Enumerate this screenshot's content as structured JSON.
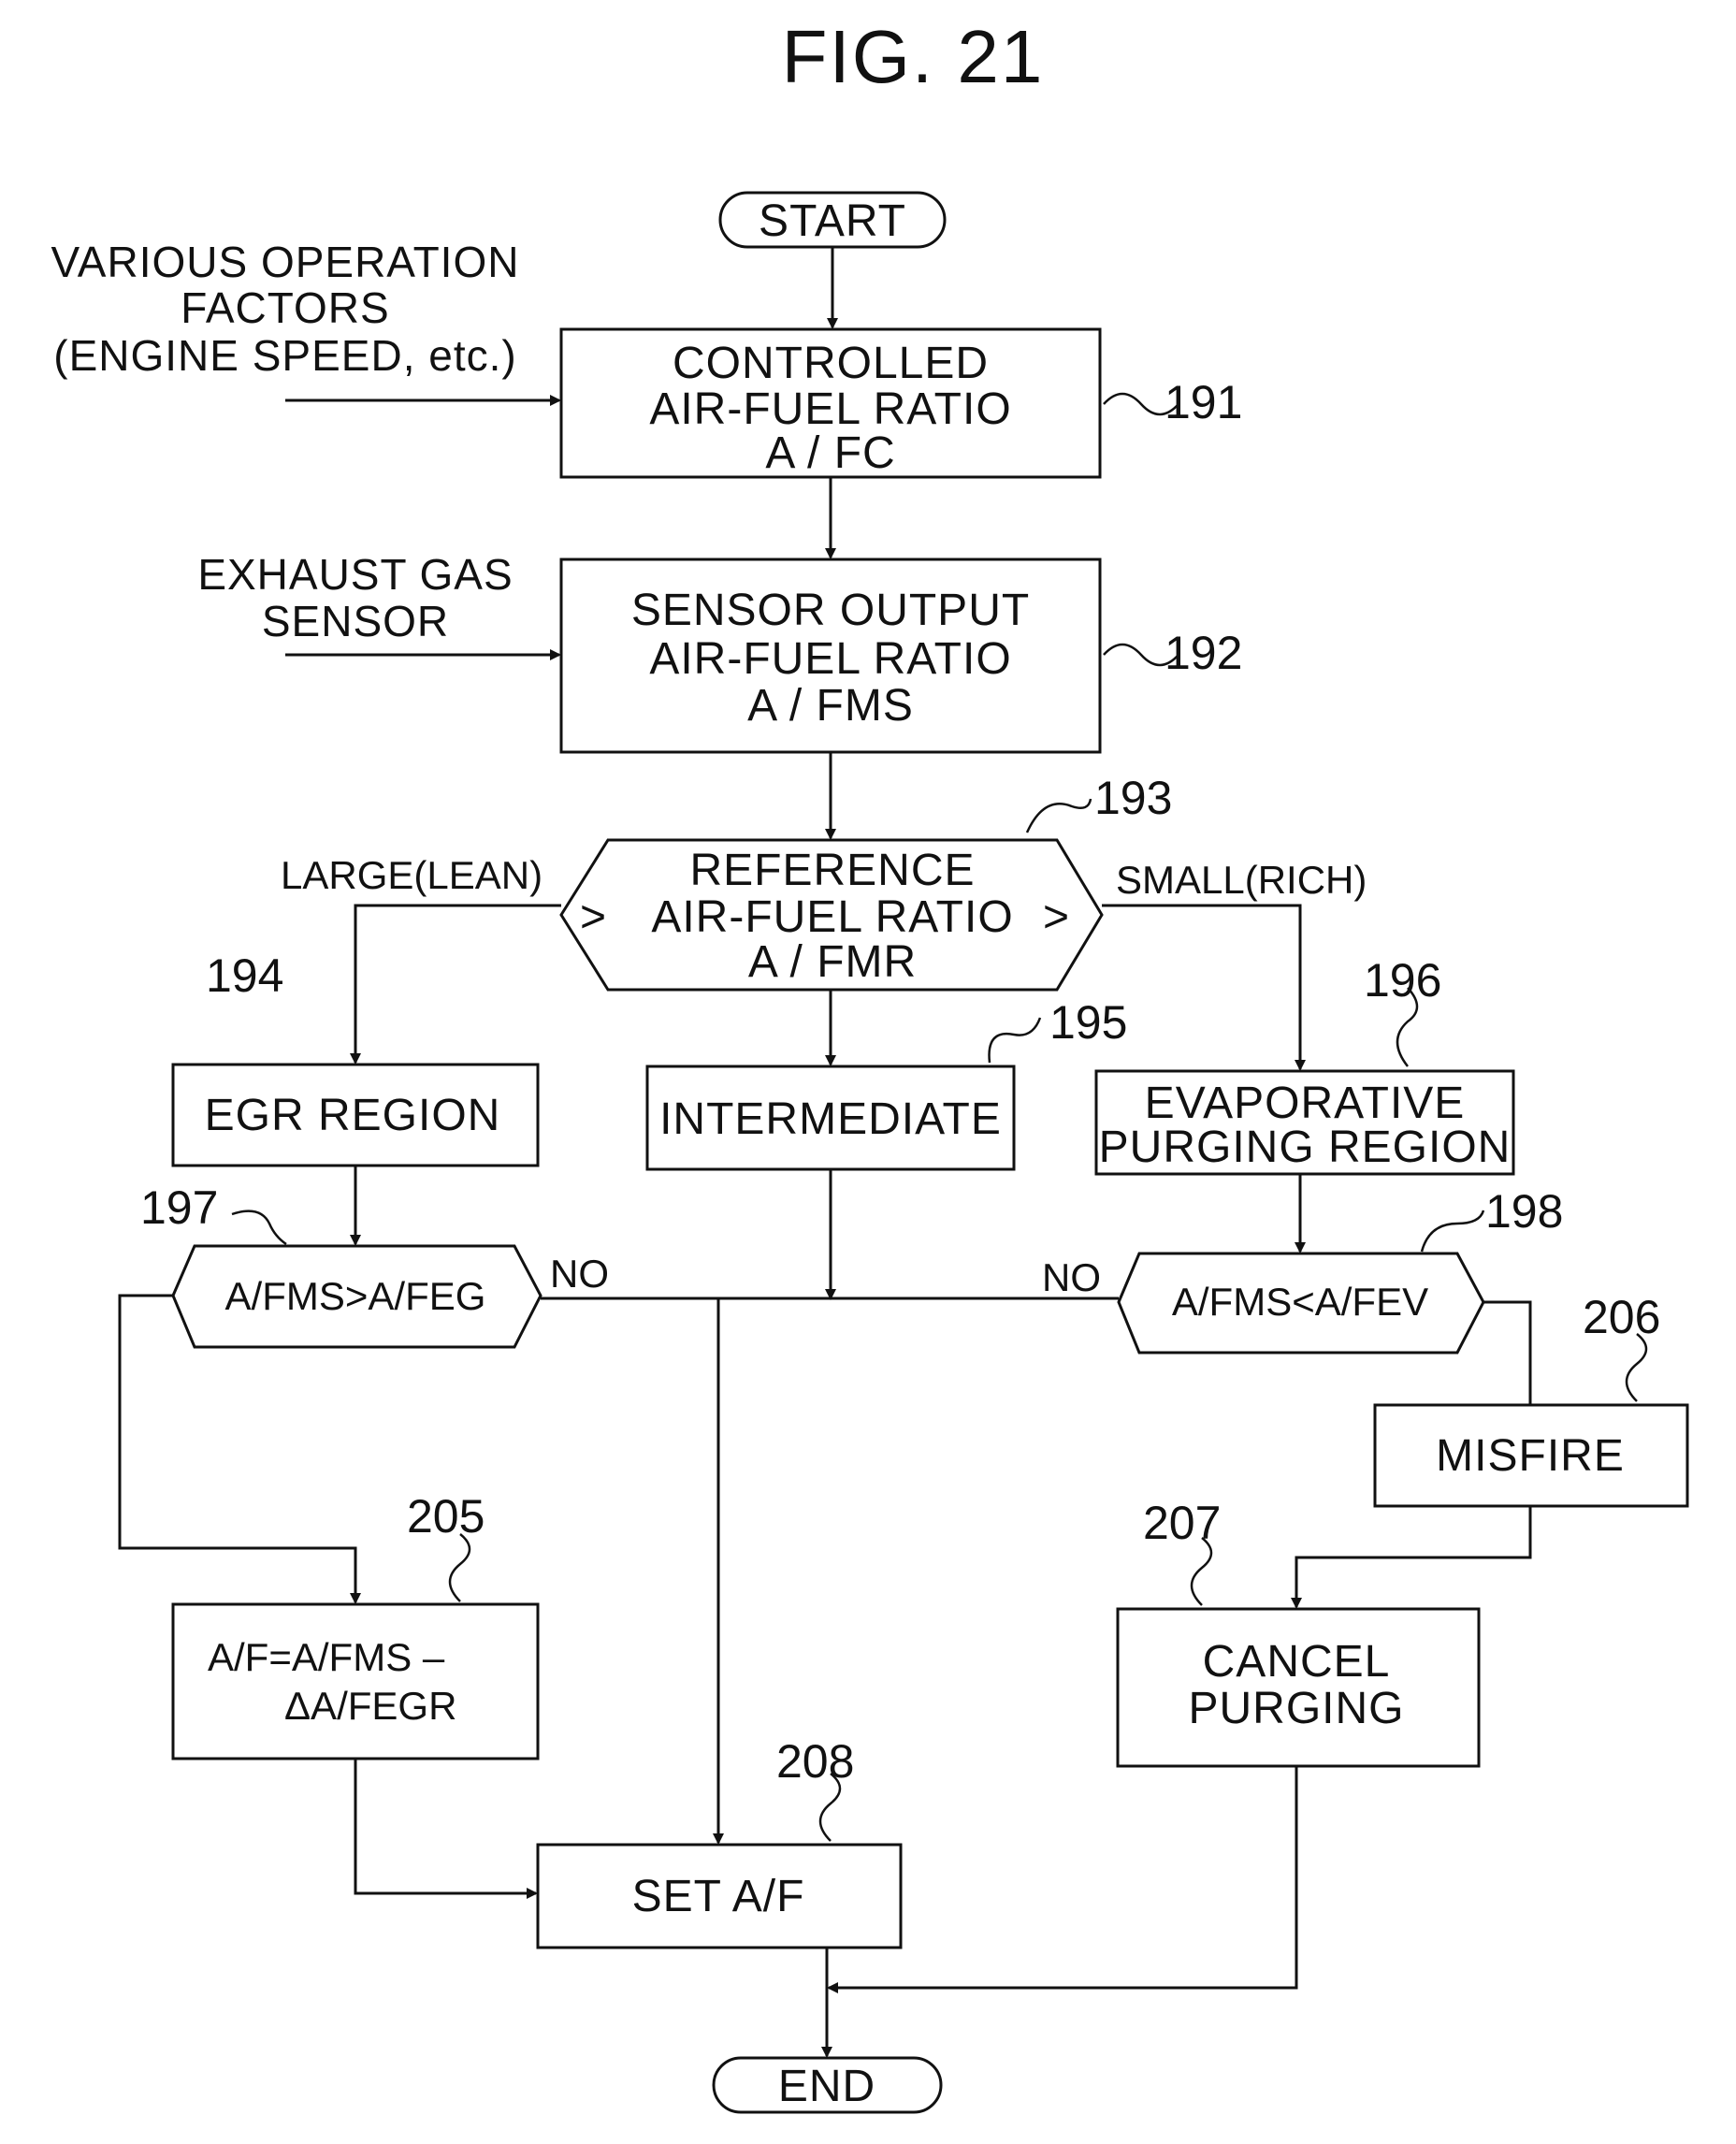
{
  "figure": {
    "title": "FIG. 21"
  },
  "terminals": {
    "start": "START",
    "end": "END"
  },
  "inputs": {
    "operation_factors": [
      "VARIOUS  OPERATION",
      "FACTORS",
      "(ENGINE  SPEED, etc.)"
    ],
    "exhaust_sensor": [
      "EXHAUST  GAS",
      "SENSOR"
    ]
  },
  "blocks": {
    "b191": {
      "ref": "191",
      "lines": [
        "CONTROLLED",
        "AIR-FUEL  RATIO",
        "A / FC"
      ]
    },
    "b192": {
      "ref": "192",
      "lines": [
        "SENSOR  OUTPUT",
        "AIR-FUEL  RATIO",
        "A / FMS"
      ]
    },
    "b193": {
      "ref": "193",
      "lines": [
        "REFERENCE",
        "AIR-FUEL  RATIO",
        "A / FMR"
      ],
      "left_sym": ">",
      "right_sym": ">"
    },
    "b194": {
      "ref": "194",
      "lines": [
        "EGR  REGION"
      ]
    },
    "b195": {
      "ref": "195",
      "lines": [
        "INTERMEDIATE"
      ]
    },
    "b196": {
      "ref": "196",
      "lines": [
        "EVAPORATIVE",
        "PURGING  REGION"
      ]
    },
    "b197": {
      "ref": "197",
      "lines": [
        "A/FMS>A/FEG"
      ]
    },
    "b198": {
      "ref": "198",
      "lines": [
        "A/FMS<A/FEV"
      ]
    },
    "b205": {
      "ref": "205",
      "lines": [
        "A/F=A/FMS –",
        "ΔA/FEGR"
      ]
    },
    "b206": {
      "ref": "206",
      "lines": [
        "MISFIRE"
      ]
    },
    "b207": {
      "ref": "207",
      "lines": [
        "CANCEL",
        "PURGING"
      ]
    },
    "b208": {
      "ref": "208",
      "lines": [
        "SET   A/F"
      ]
    }
  },
  "branch_labels": {
    "large_lean": "LARGE(LEAN)",
    "small_rich": "SMALL(RICH)",
    "no_197": "NO",
    "no_198": "NO"
  }
}
